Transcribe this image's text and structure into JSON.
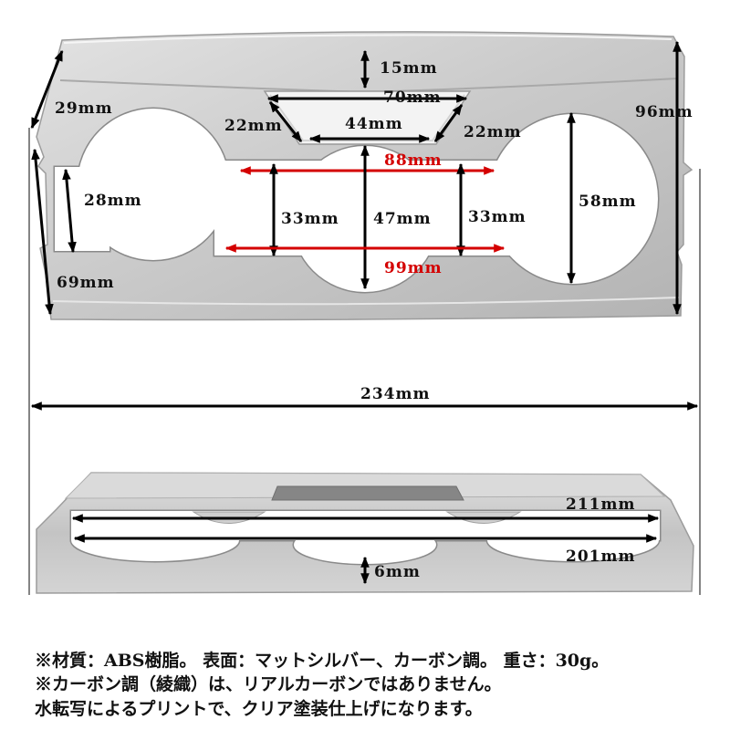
{
  "top_view": {
    "labels": {
      "lip_height": "15mm",
      "notch_top_width": "70mm",
      "notch_left_side": "22mm",
      "notch_bottom_width": "44mm",
      "notch_right_side": "22mm",
      "left_edge_upper": "29mm",
      "total_height": "96mm",
      "side_slot_height": "28mm",
      "inner_width_upper": "88mm",
      "left_gap_height": "33mm",
      "center_height": "47mm",
      "right_gap_height": "33mm",
      "right_hole_height": "58mm",
      "inner_width_lower": "99mm",
      "left_edge_lower": "69mm"
    }
  },
  "overall_width": "234mm",
  "side_view": {
    "labels": {
      "upper_width": "211mm",
      "lower_width": "201mm",
      "thickness": "6mm"
    }
  },
  "notes": [
    "※材質：ABS樹脂。 表面：マットシルバー、カーボン調。 重さ：30g。",
    "※カーボン調（綾織）は、リアルカーボンではありません。",
    "水転写によるプリントで、クリア塗装仕上げになります。"
  ],
  "colors": {
    "dimension_line": "#000000",
    "highlight_dimension": "#d40000",
    "panel_silver": "#c6c6c6",
    "background": "#ffffff"
  }
}
